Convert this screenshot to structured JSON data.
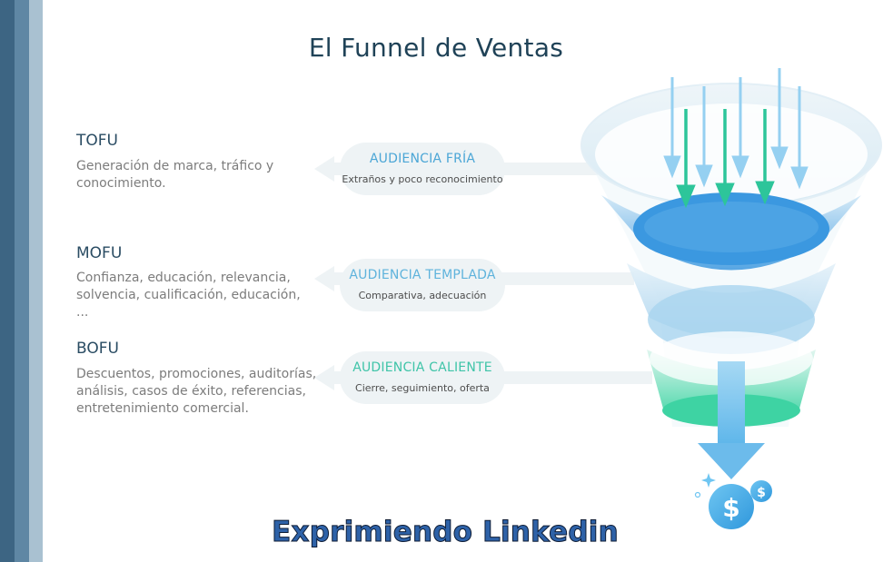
{
  "title": "El Funnel de Ventas",
  "stages": [
    {
      "key": "tofu",
      "label": "TOFU",
      "description": "Generación de marca, tráfico y conocimiento.",
      "audience": "AUDIENCIA FRÍA",
      "audience_detail": "Extraños y poco reconocimiento",
      "color": "#4ba6d6"
    },
    {
      "key": "mofu",
      "label": "MOFU",
      "description": "Confianza, educación, relevancia, solvencia, cualificación, educación, ...",
      "audience": "AUDIENCIA TEMPLADA",
      "audience_detail": "Comparativa, adecuación",
      "color": "#5fb3dc"
    },
    {
      "key": "bofu",
      "label": "BOFU",
      "description": "Descuentos, promociones, auditorías, análisis, casos de éxito, referencias, entretenimiento comercial.",
      "audience": "AUDIENCIA CALIENTE",
      "audience_detail": "Cierre, seguimiento, oferta",
      "color": "#3fc4a8"
    }
  ],
  "dollar_icon_text": "$",
  "branding": "Exprimiendo Linkedin",
  "colors": {
    "title": "#1f4257",
    "stage_heading": "#2a4c63",
    "description": "#7c7c7c",
    "funnel_blue": "#3d9be0",
    "funnel_green": "#45d6a6",
    "arrow_green": "#2dc59a",
    "arrow_blue": "#8fcdf0"
  }
}
